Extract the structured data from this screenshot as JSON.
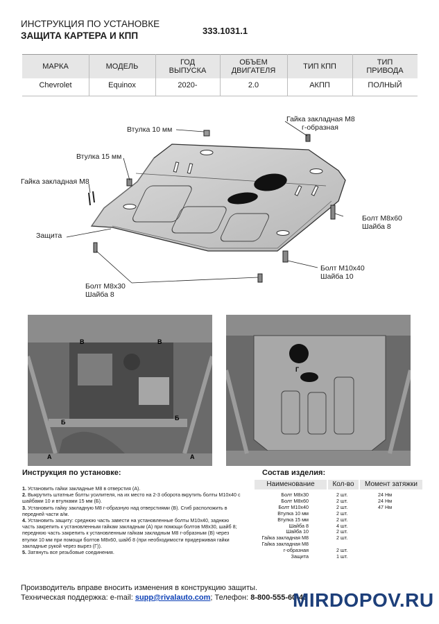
{
  "header": {
    "title_line1": "ИНСТРУКЦИЯ ПО УСТАНОВКЕ",
    "title_line2": "ЗАЩИТА КАРТЕРА И КПП",
    "code": "333.1031.1"
  },
  "spec_table": {
    "headers": [
      "МАРКА",
      "МОДЕЛЬ",
      "ГОД ВЫПУСКА",
      "ОБЪЕМ ДВИГАТЕЛЯ",
      "ТИП КПП",
      "ТИП ПРИВОДА"
    ],
    "header_lines": [
      [
        "МАРКА"
      ],
      [
        "МОДЕЛЬ"
      ],
      [
        "ГОД",
        "ВЫПУСКА"
      ],
      [
        "ОБЪЕМ",
        "ДВИГАТЕЛЯ"
      ],
      [
        "ТИП КПП"
      ],
      [
        "ТИП",
        "ПРИВОДА"
      ]
    ],
    "row": [
      "Chevrolet",
      "Equinox",
      "2020-",
      "2.0",
      "АКПП",
      "ПОЛНЫЙ"
    ]
  },
  "callouts": {
    "nut_g_line1": "Гайка закладная М8",
    "nut_g_line2": "г-образная",
    "bushing10": "Втулка 10 мм",
    "bushing15": "Втулка 15 мм",
    "nut_m8": "Гайка закладная М8",
    "bolt_m8x60_line1": "Болт М8х60",
    "bolt_m8x60_line2": "Шайба 8",
    "protection": "Защита",
    "bolt_m10x40_line1": "Болт М10х40",
    "bolt_m10x40_line2": "Шайба 10",
    "bolt_m8x30_line1": "Болт М8х30",
    "bolt_m8x30_line2": "Шайба 8"
  },
  "photo_labels": {
    "left": [
      "В",
      "В",
      "Б",
      "Б",
      "А",
      "А"
    ],
    "right": [
      "Г"
    ]
  },
  "instructions": {
    "heading": "Инструкция по установке:",
    "steps": [
      {
        "n": "1.",
        "text": " Установить гайки закладные М8 в отверстия (А)."
      },
      {
        "n": "2.",
        "text": " Выкрутить штатные болты усилителя, на их место на 2-3 оборота вкрутить болты М10х40 с шайбами 10 и втулками 15 мм (Б)."
      },
      {
        "n": "3.",
        "text": " Установить гайку закладную М8 г-образную над отверстиями (В). Сгиб расположить в передней части а/м."
      },
      {
        "n": "4.",
        "text": " Установить защиту: среднюю часть завести на установленные болты М10х40, заднюю часть закрепить к установленным гайкам закладным (А) при помощи болтов М8х30, шайб 8; переднюю часть закрепить к установленным гайкам закладным М8 г-образным (В) через втулки 10 мм при помощи болтов М8х60, шайб 8 (при необходимости придерживая гайки закладные рукой через вырез (Г))."
      },
      {
        "n": "5.",
        "text": " Затянуть все резьбовые соединения."
      }
    ]
  },
  "composition": {
    "heading": "Состав изделия:",
    "headers": [
      "Наименование",
      "Кол-во",
      "Момент затяжки"
    ],
    "names": [
      "Болт М8х30",
      "Болт М8х60",
      "Болт М10х40",
      "Втулка 10 мм",
      "Втулка 15 мм",
      "Шайба 8",
      "Шайба 10",
      "Гайка закладная М8",
      "Гайка закладная М8",
      "г-образная",
      "Защита"
    ],
    "qty": [
      "2 шт.",
      "2 шт.",
      "2 шт.",
      "2 шт.",
      "2 шт.",
      "4 шт.",
      "2 шт.",
      "2 шт.",
      "",
      "2 шт.",
      "1 шт."
    ],
    "torque": [
      "24 Нм",
      "24 Нм",
      "47 Нм",
      "",
      "",
      "",
      "",
      "",
      "",
      "",
      ""
    ]
  },
  "footer": {
    "disclaimer": "Производитель вправе вносить изменения в конструкцию защиты.",
    "support_prefix": "Техническая поддержка:  e-mail: ",
    "email": "supp@rivalauto.com",
    "phone_prefix": "; Телефон: ",
    "phone": "8-800-555-60-43",
    "watermark": "MIRDOPOV.RU"
  }
}
